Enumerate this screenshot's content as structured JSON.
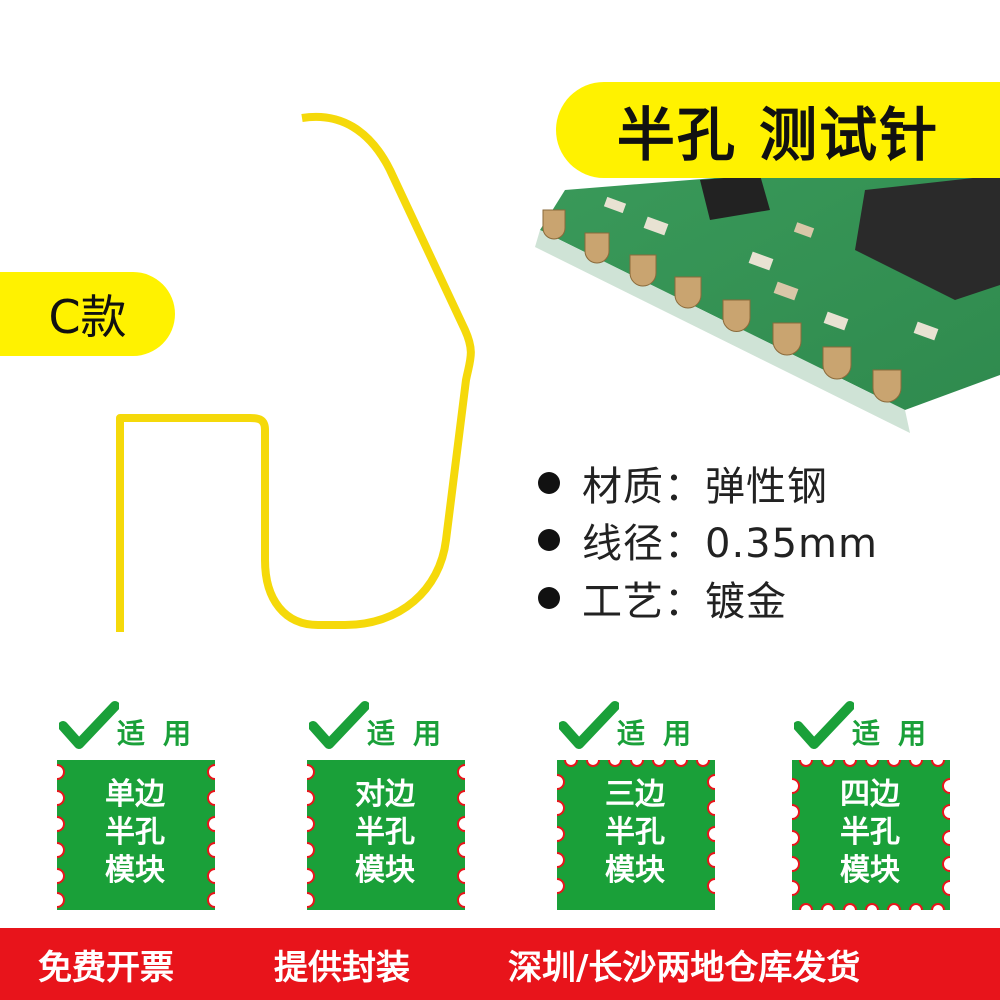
{
  "title": "半孔 测试针",
  "badge": "C款",
  "specs": [
    {
      "text": "材质：弹性钢"
    },
    {
      "text": "线径：0.35mm"
    },
    {
      "text": "工艺：镀金"
    }
  ],
  "cards": [
    {
      "suit": "适用",
      "lines": [
        "单边",
        "半孔",
        "模块"
      ],
      "edges": "left-right"
    },
    {
      "suit": "适用",
      "lines": [
        "对边",
        "半孔",
        "模块"
      ],
      "edges": "left-right"
    },
    {
      "suit": "适用",
      "lines": [
        "三边",
        "半孔",
        "模块"
      ],
      "edges": "three-sides"
    },
    {
      "suit": "适用",
      "lines": [
        "四边",
        "半孔",
        "模块"
      ],
      "edges": "four-sides"
    }
  ],
  "bottom_bar": {
    "items": [
      "免费开票",
      "提供封装",
      "深圳/长沙两地仓库发货"
    ]
  },
  "colors": {
    "yellow": "#fff200",
    "green": "#1aa039",
    "red": "#e8141b",
    "wire": "#f5d90a"
  }
}
